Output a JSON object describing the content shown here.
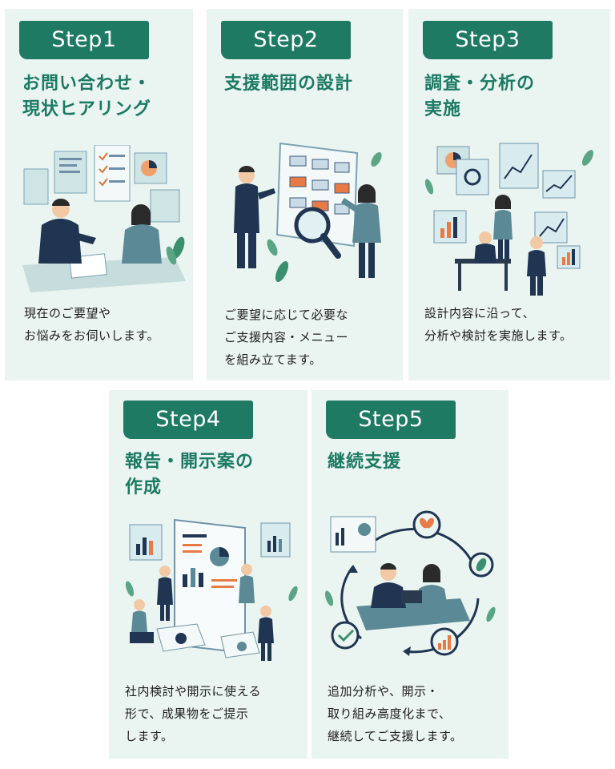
{
  "steps": [
    {
      "label": "Step1",
      "title": [
        "お問い合わせ・",
        "現状ヒアリング"
      ],
      "text": [
        "現在のご要望や",
        "お悩みをお伺いします。"
      ]
    },
    {
      "label": "Step2",
      "title": [
        "支援範囲の設計"
      ],
      "text": [
        "ご要望に応じて必要な",
        "ご支援内容・メニュー",
        "を組み立てます。"
      ]
    },
    {
      "label": "Step3",
      "title": [
        "調査・分析の",
        "実施"
      ],
      "text": [
        "設計内容に沿って、",
        "分析や検討を実施します。"
      ]
    },
    {
      "label": "Step4",
      "title": [
        "報告・開示案の",
        "作成"
      ],
      "text": [
        "社内検討や開示に使える",
        "形で、成果物をご提示",
        "します。"
      ]
    },
    {
      "label": "Step5",
      "title": [
        "継続支援"
      ],
      "text": [
        "追加分析や、開示・",
        "取り組み高度化まで、",
        "継続してご支援します。"
      ]
    }
  ],
  "colors": {
    "accent": "#1f7a63",
    "card_bg": "#eaf4f0",
    "navy": "#1f3552"
  },
  "illustrations": [
    "meeting-illustration",
    "planning-illustration",
    "analysis-illustration",
    "report-illustration",
    "support-cycle-illustration"
  ]
}
